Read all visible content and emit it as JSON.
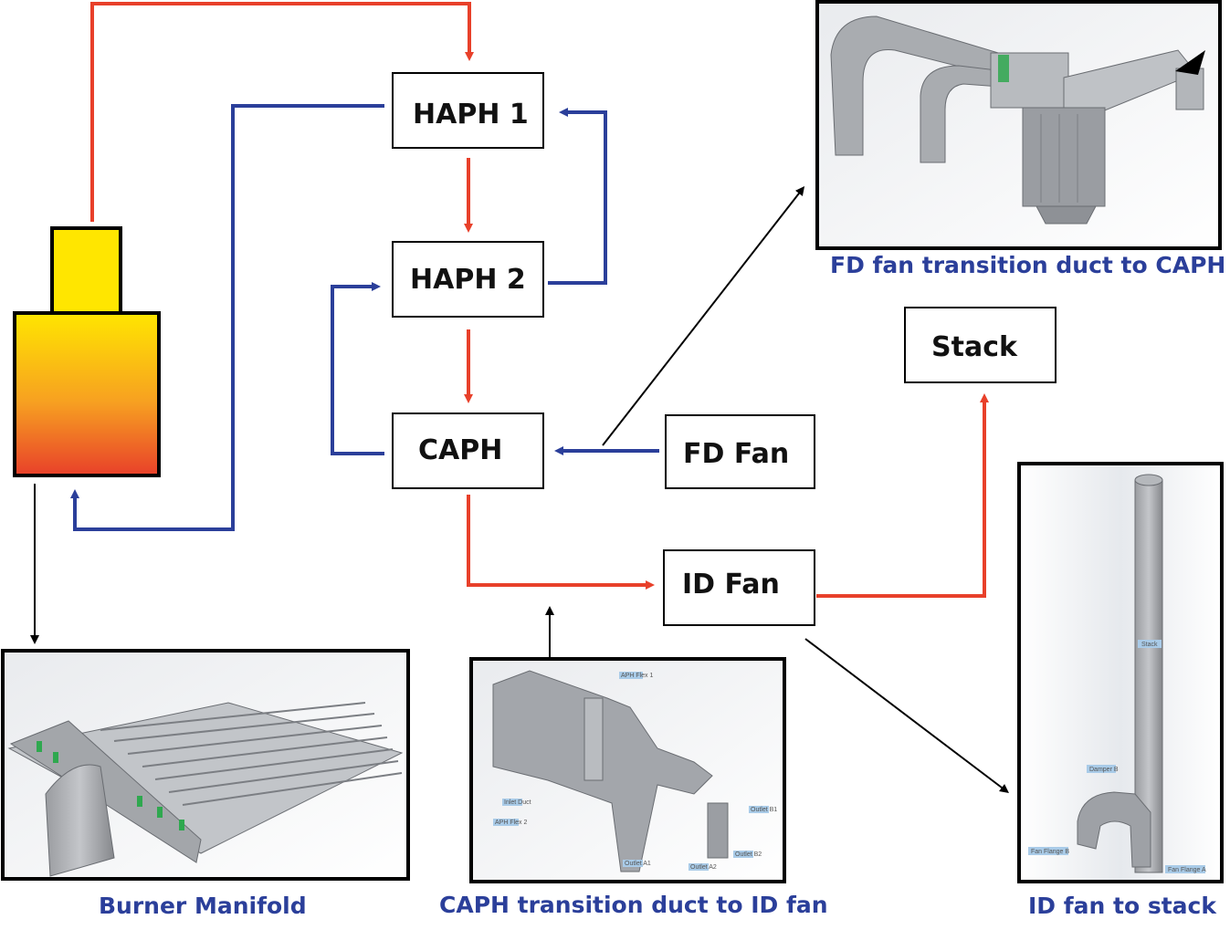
{
  "boxes": {
    "haph1": "HAPH 1",
    "haph2": "HAPH 2",
    "caph": "CAPH",
    "fd_fan": "FD Fan",
    "id_fan": "ID Fan",
    "stack": "Stack"
  },
  "captions": {
    "fd_duct": "FD fan transition duct to CAPH",
    "burner": "Burner Manifold",
    "caph_duct": "CAPH transition duct to ID fan",
    "id_stack": "ID fan to stack"
  },
  "render_labels": {
    "caph_duct": [
      "APH Flex 1",
      "Inlet Duct",
      "APH Flex 2",
      "Outlet B1",
      "Outlet A1",
      "Outlet A2",
      "Outlet B2"
    ],
    "id_stack": [
      "Stack",
      "Damper B",
      "Fan Flange B",
      "Fan Flange A"
    ]
  },
  "colors": {
    "flue_gas_flow": "#e8402a",
    "air_flow": "#2b3f9a",
    "caption_text": "#2b3f9a"
  }
}
